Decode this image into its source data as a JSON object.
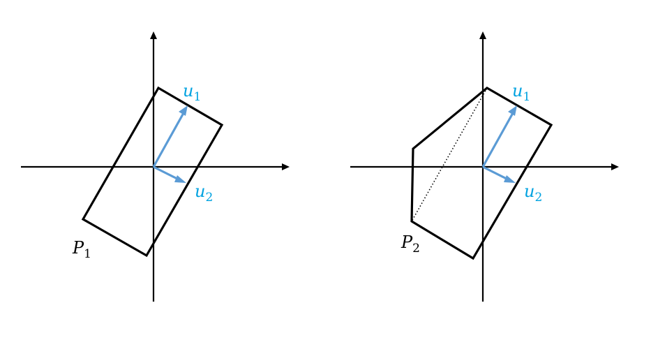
{
  "panels": [
    {
      "polygon_label": "P",
      "polygon_subscript": "1",
      "vectors": [
        {
          "label": "u",
          "subscript": "1"
        },
        {
          "label": "u",
          "subscript": "2"
        }
      ]
    },
    {
      "polygon_label": "P",
      "polygon_subscript": "2",
      "vectors": [
        {
          "label": "u",
          "subscript": "1"
        },
        {
          "label": "u",
          "subscript": "2"
        }
      ]
    }
  ],
  "colors": {
    "vector": "#5b9bd5",
    "vector_label": "#00a2e0",
    "shape": "#000000"
  }
}
